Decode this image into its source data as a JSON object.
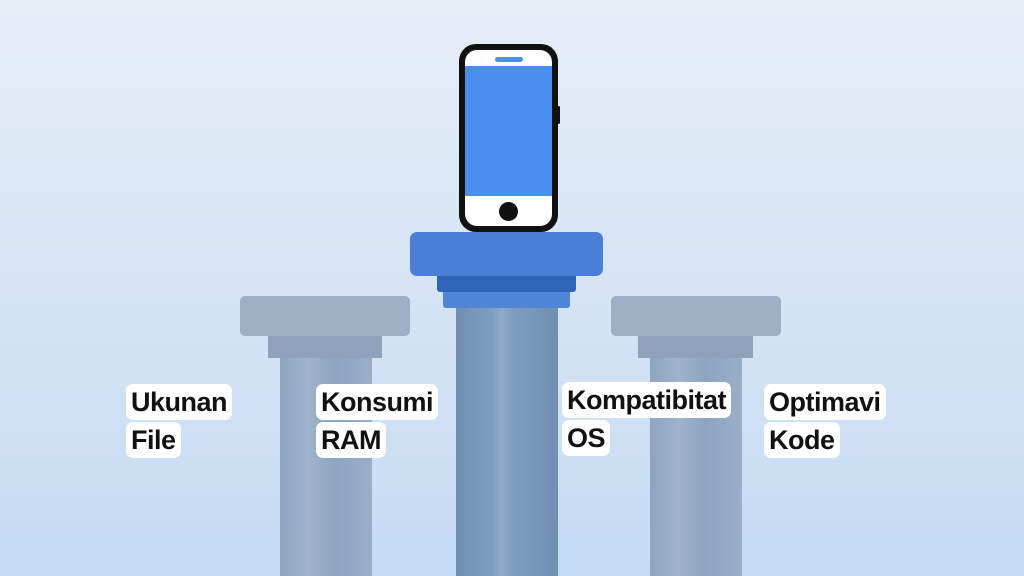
{
  "labels": [
    {
      "line1": "Ukunan",
      "line2": "File"
    },
    {
      "line1": "Konsumi",
      "line2": "RAM"
    },
    {
      "line1": "Kompatibitat",
      "line2": "OS"
    },
    {
      "line1": "Optimavi",
      "line2": "Kode"
    }
  ],
  "colors": {
    "phone_screen": "#4a8ef0",
    "pedestal": "#4a7fd6",
    "side_pillar": "#9fb0c6",
    "center_shaft": "#7a97b8"
  },
  "icons": [
    "smartphone-icon",
    "pillar-icon"
  ]
}
